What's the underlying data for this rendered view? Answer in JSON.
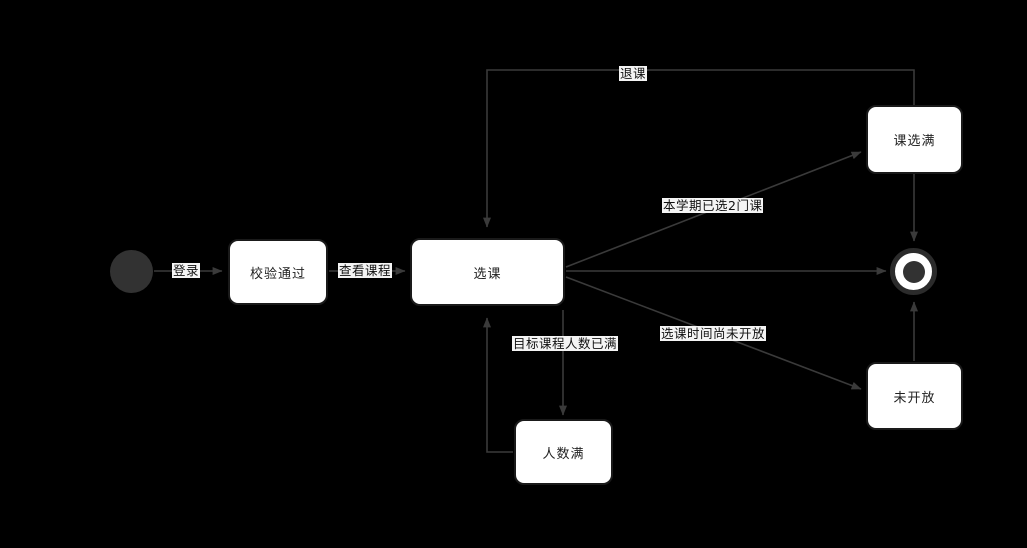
{
  "diagram": {
    "type": "state-machine",
    "title": "",
    "background_color": "#000000",
    "node_fill": "#ffffff",
    "node_border": "#1a1a1a",
    "edge_color": "#3a3a3a",
    "label_background": "#f4f4f4",
    "label_text_color": "#111111"
  },
  "nodes": {
    "start": {
      "label": "",
      "kind": "initial-state"
    },
    "verify": {
      "label": "校验通过",
      "kind": "state"
    },
    "select": {
      "label": "选课",
      "kind": "state"
    },
    "course_full": {
      "label": "课选满",
      "kind": "state"
    },
    "people_full": {
      "label": "人数满",
      "kind": "state"
    },
    "not_open": {
      "label": "未开放",
      "kind": "state"
    },
    "final": {
      "label": "",
      "kind": "final-state"
    }
  },
  "edges": {
    "login": {
      "label": "登录",
      "from": "start",
      "to": "verify"
    },
    "view_courses": {
      "label": "查看课程",
      "from": "verify",
      "to": "select"
    },
    "drop_course": {
      "label": "退课",
      "from": "course_full",
      "to": "select"
    },
    "two_courses": {
      "label": "本学期已选2门课",
      "from": "select",
      "to": "course_full"
    },
    "target_full": {
      "label": "目标课程人数已满",
      "from": "select",
      "to": "people_full"
    },
    "not_open_yet": {
      "label": "选课时间尚未开放",
      "from": "select",
      "to": "not_open"
    },
    "select_to_final": {
      "label": "",
      "from": "select",
      "to": "final"
    },
    "course_full_to_final": {
      "label": "",
      "from": "course_full",
      "to": "final"
    },
    "not_open_to_final": {
      "label": "",
      "from": "not_open",
      "to": "final"
    },
    "people_full_retry": {
      "label": "",
      "from": "people_full",
      "to": "select"
    }
  }
}
